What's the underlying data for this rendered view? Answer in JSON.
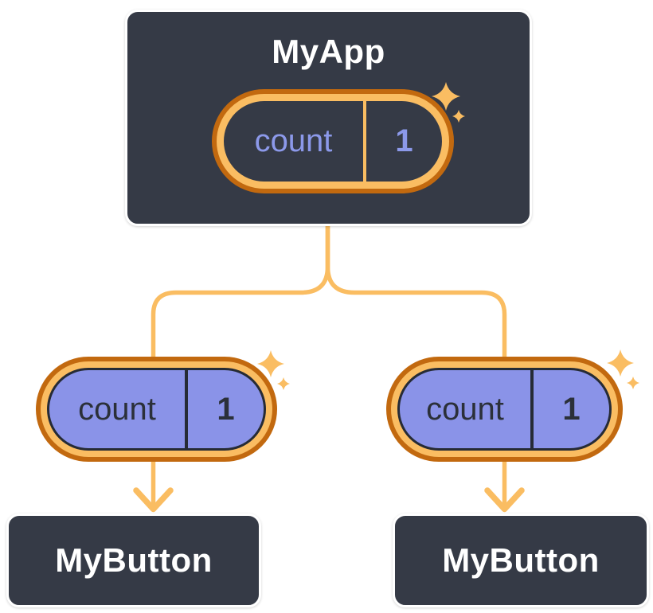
{
  "diagram": {
    "root": {
      "label": "MyApp",
      "state": {
        "name": "count",
        "value": "1"
      }
    },
    "children": [
      {
        "label": "MyButton",
        "state": {
          "name": "count",
          "value": "1"
        }
      },
      {
        "label": "MyButton",
        "state": {
          "name": "count",
          "value": "1"
        }
      }
    ]
  },
  "icons": {
    "sparkle": "✦"
  },
  "colors": {
    "background": "#FFFFFF",
    "node_fill": "#353A46",
    "node_border": "#FFFFFF",
    "node_text": "#FFFFFF",
    "connector": "#FABD62",
    "pill_ring_outer": "#C2690F",
    "pill_ring_inner": "#FABD62",
    "root_pill_fill": "#353A46",
    "root_pill_text": "#8C99EA",
    "child_pill_fill": "#8A93E8",
    "child_pill_text": "#2B3039",
    "child_pill_outline": "#262B35"
  }
}
